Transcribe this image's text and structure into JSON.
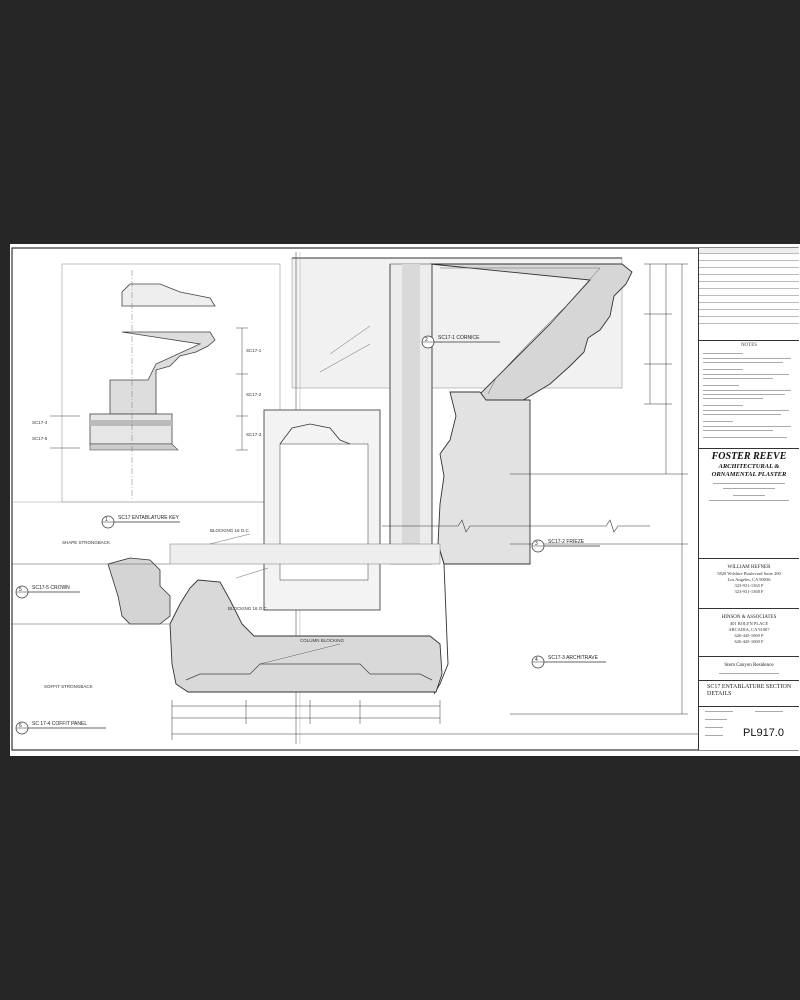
{
  "title_block": {
    "brand_line1": "FOSTER REEVE",
    "brand_line2": "ARCHITECTURAL &",
    "brand_line3": "ORNAMENTAL PLASTER",
    "architect": {
      "name": "WILLIAM HEFNER",
      "address1": "5820 Wilshire Boulevard Suite 200",
      "address2": "Los Angeles, CA 90036",
      "phone": "323-931-1365 P",
      "fax": "323-931-1368 F"
    },
    "consultant": {
      "name": "HINSON & ASSOCIATES",
      "address1": "401 ROLYN PLACE",
      "address2": "ARCADIA, CA 91007",
      "phone": "626-445-1069 P",
      "fax": "626-445-1069 F"
    },
    "project": "Stern Canyon Residence",
    "sheet_title_line1": "SC17 ENTABLATURE SECTION",
    "sheet_title_line2": "DETAILS",
    "sheet_number": "PL917.0",
    "notes_header": "NOTES"
  },
  "details": [
    {
      "num": "1",
      "label": "SC17 ENTABLATURE KEY"
    },
    {
      "num": "2",
      "label": "SC17-1 CORNICE"
    },
    {
      "num": "3",
      "label": "SC17-2 FRIEZE"
    },
    {
      "num": "4",
      "label": "SC17-3 ARCHITRAVE"
    },
    {
      "num": "5",
      "label": "SC17-5 CROWN"
    },
    {
      "num": "6",
      "label": "SC 17-4 COFFIT PANEL"
    }
  ],
  "key_labels": [
    "SC17-1",
    "SC17-2",
    "SC17-3",
    "SC17-4",
    "SC17-5"
  ],
  "callouts": [
    "SHAPE STRONGBACK",
    "BLOCKING 16 O.C.",
    "COLUMN BLOCKING",
    "BLOCKING 16 O.C.",
    "SOFFIT STRONGBACK"
  ]
}
